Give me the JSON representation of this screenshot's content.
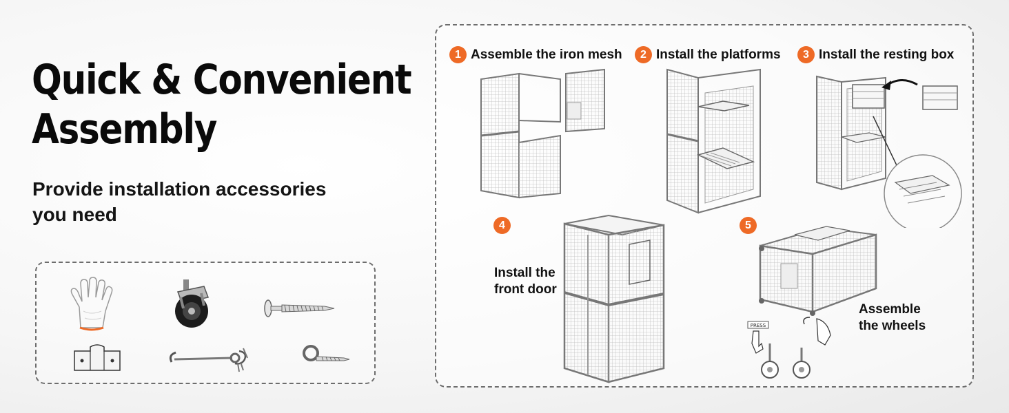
{
  "headline": {
    "line1": "Quick & Convenient",
    "line2": "Assembly"
  },
  "subtitle": {
    "line1": "Provide installation accessories",
    "line2": "you need"
  },
  "accessories": [
    {
      "name": "gloves",
      "icon": "glove-icon"
    },
    {
      "name": "caster wheel",
      "icon": "caster-wheel-icon"
    },
    {
      "name": "screw",
      "icon": "screw-icon"
    },
    {
      "name": "bracket",
      "icon": "bracket-icon"
    },
    {
      "name": "hook and eye latch",
      "icon": "hook-latch-icon"
    },
    {
      "name": "eye screw",
      "icon": "eye-screw-icon"
    }
  ],
  "steps": [
    {
      "number": "1",
      "label": "Assemble the iron mesh"
    },
    {
      "number": "2",
      "label": "Install the platforms"
    },
    {
      "number": "3",
      "label": "Install the resting box"
    },
    {
      "number": "4",
      "label_line1": "Install the",
      "label_line2": "front door"
    },
    {
      "number": "5",
      "label_line1": "Assemble",
      "label_line2": "the wheels",
      "press_label": "PRESS"
    }
  ],
  "colors": {
    "accent": "#ee6a26",
    "text": "#111111",
    "border": "#6d6d6d"
  }
}
